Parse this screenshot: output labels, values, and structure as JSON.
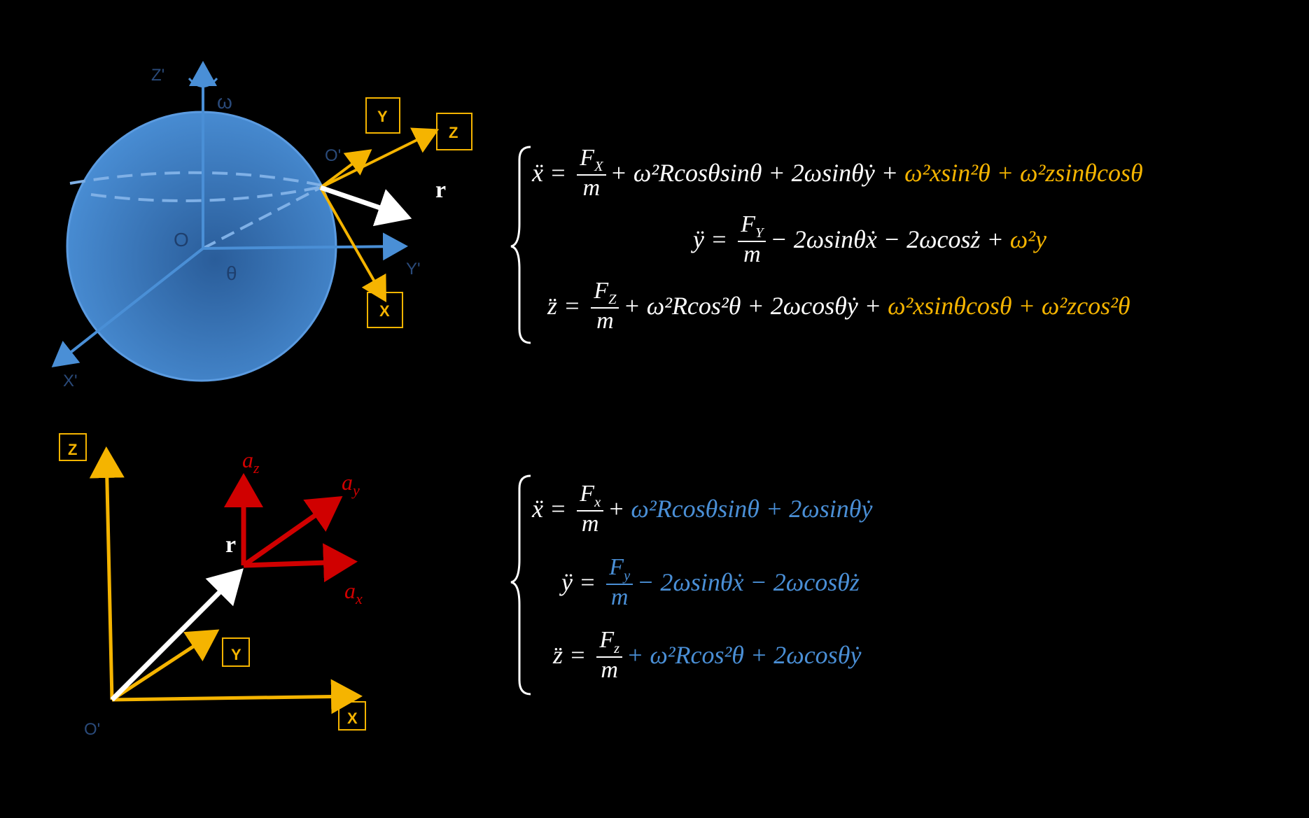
{
  "colors": {
    "axis_blue": "#4a8fd6",
    "sphere": "#3f82c9",
    "yellow": "#f5b400",
    "red": "#d00000",
    "white": "#ffffff"
  },
  "top_diagram": {
    "labels": {
      "z_prime": "Z'",
      "omega": "ω",
      "o_center": "O",
      "theta": "θ",
      "y_prime": "Y'",
      "x_prime": "X'",
      "o_prime": "O'",
      "r": "r"
    },
    "boxes": {
      "Y": "Y",
      "Z": "Z",
      "X": "X"
    }
  },
  "bottom_diagram": {
    "labels": {
      "r": "r",
      "o_prime": "O'",
      "a_z": "a",
      "a_z_sub": "z",
      "a_y": "a",
      "a_y_sub": "y",
      "a_x": "a",
      "a_x_sub": "x"
    },
    "boxes": {
      "Z": "Z",
      "Y": "Y",
      "X": "X"
    }
  },
  "equations_top": [
    {
      "lhs": "ẍ = ",
      "num": "F",
      "num_sub": "X",
      "den": "m",
      "white_rest": "+ ω²Rcosθsinθ + 2ωsinθẏ + ",
      "yellow_rest": "ω²xsin²θ + ω²zsinθcosθ"
    },
    {
      "lhs": "ÿ = ",
      "num": "F",
      "num_sub": "Y",
      "den": "m",
      "white_rest": "− 2ωsinθẋ − 2ωcosż + ",
      "yellow_rest": "ω²y"
    },
    {
      "lhs": "z̈ = ",
      "num": "F",
      "num_sub": "Z",
      "den": "m",
      "white_rest": "+ ω²Rcos²θ + 2ωcosθẏ + ",
      "yellow_rest": "ω²xsinθcosθ + ω²zcos²θ"
    }
  ],
  "equations_bottom": [
    {
      "lhs": "ẍ = ",
      "num": "F",
      "num_sub": "x",
      "den": "m",
      "white_rest": "+ ",
      "blue_rest": "ω²Rcosθsinθ + 2ωsinθẏ"
    },
    {
      "lhs": "ÿ = ",
      "num": "F",
      "num_sub": "y",
      "den": "m",
      "blue_rest": "− 2ωsinθẋ − 2ωcosθż"
    },
    {
      "lhs": "z̈ = ",
      "num": "F",
      "num_sub": "z",
      "den": "m",
      "blue_rest": "+ ω²Rcos²θ + 2ωcosθẏ"
    }
  ]
}
